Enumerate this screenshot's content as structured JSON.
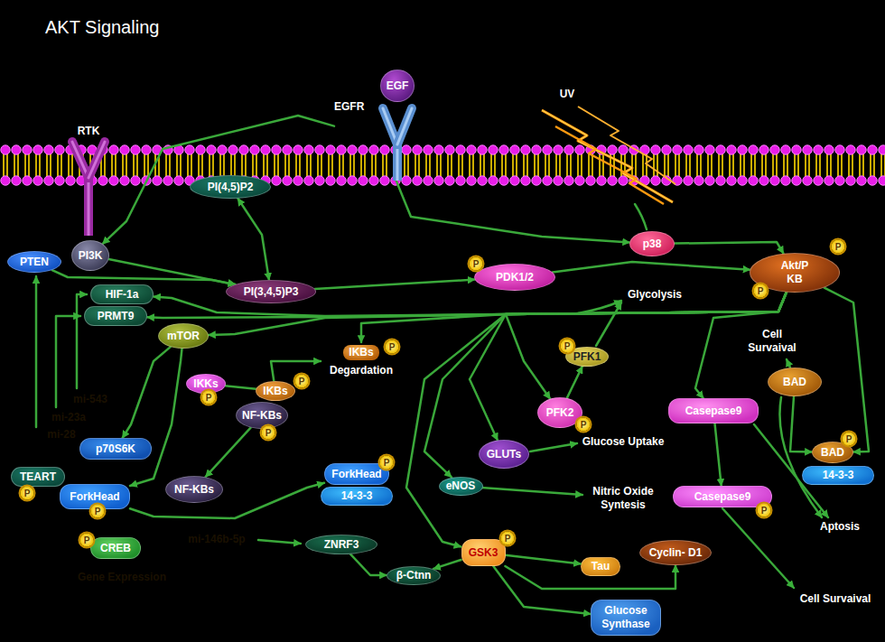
{
  "diagram": {
    "title": "AKT Signaling",
    "nodes": [
      {
        "text": [
          "EGF"
        ]
      },
      {
        "text": [
          "EGFR"
        ]
      },
      {
        "text": [
          "RTK"
        ]
      },
      {
        "text": [
          "PI(4,5)P2"
        ]
      },
      {
        "text": [
          "PI3K"
        ]
      },
      {
        "text": [
          "p38"
        ]
      },
      {
        "text": [
          "PTEN"
        ]
      },
      {
        "text": [
          "PI(3,4,5)P3"
        ]
      },
      {
        "text": [
          "PDK1/2"
        ]
      },
      {
        "text": [
          "Akt/P KB"
        ]
      },
      {
        "text": [
          "HIF-1a"
        ]
      },
      {
        "text": [
          "PRMT9"
        ]
      },
      {
        "text": [
          "mTOR"
        ]
      },
      {
        "text": [
          "IKBs",
          "Degardation"
        ]
      },
      {
        "text": [
          "PFK1"
        ]
      },
      {
        "text": [
          "IKKs"
        ]
      },
      {
        "text": [
          "IKBs"
        ]
      },
      {
        "text": [
          "NF-KBs"
        ]
      },
      {
        "text": [
          "BAD"
        ]
      },
      {
        "text": [
          "Casepase9"
        ]
      },
      {
        "text": [
          "PFK2"
        ]
      },
      {
        "text": [
          "GLUTs"
        ]
      },
      {
        "text": [
          "BAD"
        ]
      },
      {
        "text": [
          "14-3-3"
        ]
      },
      {
        "text": [
          "ForkHead"
        ]
      },
      {
        "text": [
          "14-3-3"
        ]
      },
      {
        "text": [
          "eNOS"
        ]
      },
      {
        "text": [
          "Casepase9"
        ]
      },
      {
        "text": [
          "Tau"
        ]
      },
      {
        "text": [
          "Cyclin- D1"
        ]
      },
      {
        "text": [
          "GSK3"
        ]
      },
      {
        "text": [
          "ZNRF3"
        ]
      },
      {
        "text": [
          "β-Ctnn"
        ]
      },
      {
        "text": [
          "Glucose Synthase"
        ]
      },
      {
        "text": [
          "Gene Expression"
        ]
      },
      {
        "text": [
          "TEART"
        ],
        "in": 34
      },
      {
        "text": [
          "p70S6K"
        ],
        "in": 34
      },
      {
        "text": [
          "ForkHead"
        ],
        "in": 34
      },
      {
        "text": [
          "NF-KBs"
        ],
        "in": 34
      },
      {
        "text": [
          "CREB"
        ],
        "in": 34
      }
    ],
    "edges": [
      {
        "from": 1,
        "to": 4,
        "arrow": "to"
      },
      {
        "from": 4,
        "to": 7,
        "arrow": "to"
      },
      {
        "from": 3,
        "to": 7,
        "arrow": "both"
      },
      {
        "from": 6,
        "to": 7,
        "arrow": "to"
      },
      {
        "from": 1,
        "to": 5,
        "arrow": "to"
      },
      {
        "from": 5,
        "to": 9,
        "arrow": "to"
      },
      {
        "from": 7,
        "to": 8,
        "arrow": "to"
      },
      {
        "from": 8,
        "to": 9,
        "arrow": "to"
      },
      {
        "from": 9,
        "to": 10,
        "arrow": "to"
      },
      {
        "from": 9,
        "to": 11,
        "arrow": "to"
      },
      {
        "from": 9,
        "to": 12,
        "arrow": "to"
      },
      {
        "from": 9,
        "to": 13,
        "arrow": "to"
      },
      {
        "from": 9,
        "to": 20,
        "arrow": "to"
      },
      {
        "from": 9,
        "to": 21,
        "arrow": "to"
      },
      {
        "from": 9,
        "to": 26,
        "arrow": "to"
      },
      {
        "from": 9,
        "to": 30,
        "arrow": "to"
      },
      {
        "from": 9,
        "to": 19,
        "arrow": "to"
      },
      {
        "from": 9,
        "to": 22,
        "arrow": "to"
      },
      {
        "from": 18,
        "to": 22,
        "arrow": "to"
      },
      {
        "from": 19,
        "to": 27,
        "arrow": "to"
      },
      {
        "from": 20,
        "to": 14,
        "arrow": "to"
      },
      {
        "from": 12,
        "to": 36,
        "arrow": "to"
      },
      {
        "from": 12,
        "to": 37,
        "arrow": "to"
      },
      {
        "from": 15,
        "to": 16,
        "arrow": "none"
      },
      {
        "from": 16,
        "to": 13,
        "arrow": "to"
      },
      {
        "from": 17,
        "to": 38,
        "arrow": "to"
      },
      {
        "from": 37,
        "to": 24,
        "arrow": "to"
      },
      {
        "from": 31,
        "to": 32,
        "arrow": "to"
      },
      {
        "from": 30,
        "to": 32,
        "arrow": "to"
      },
      {
        "from": 30,
        "to": 28,
        "arrow": "to"
      },
      {
        "from": 30,
        "to": 29,
        "arrow": "to"
      },
      {
        "from": 30,
        "to": 33,
        "arrow": "to"
      }
    ],
    "labels": [
      "UV",
      "Glycolysis",
      "Cell Survaival",
      "Glucose Uptake",
      "Nitric Oxide Syntesis",
      "Aptosis",
      "Cell Survaival",
      "mi-543",
      "mi-23a",
      "mi-28",
      "mi-146b-5p",
      "P",
      "P",
      "P",
      "P",
      "P",
      "P",
      "P",
      "P",
      "P",
      "P",
      "P",
      "P",
      "P",
      "P",
      "P",
      "P"
    ]
  }
}
